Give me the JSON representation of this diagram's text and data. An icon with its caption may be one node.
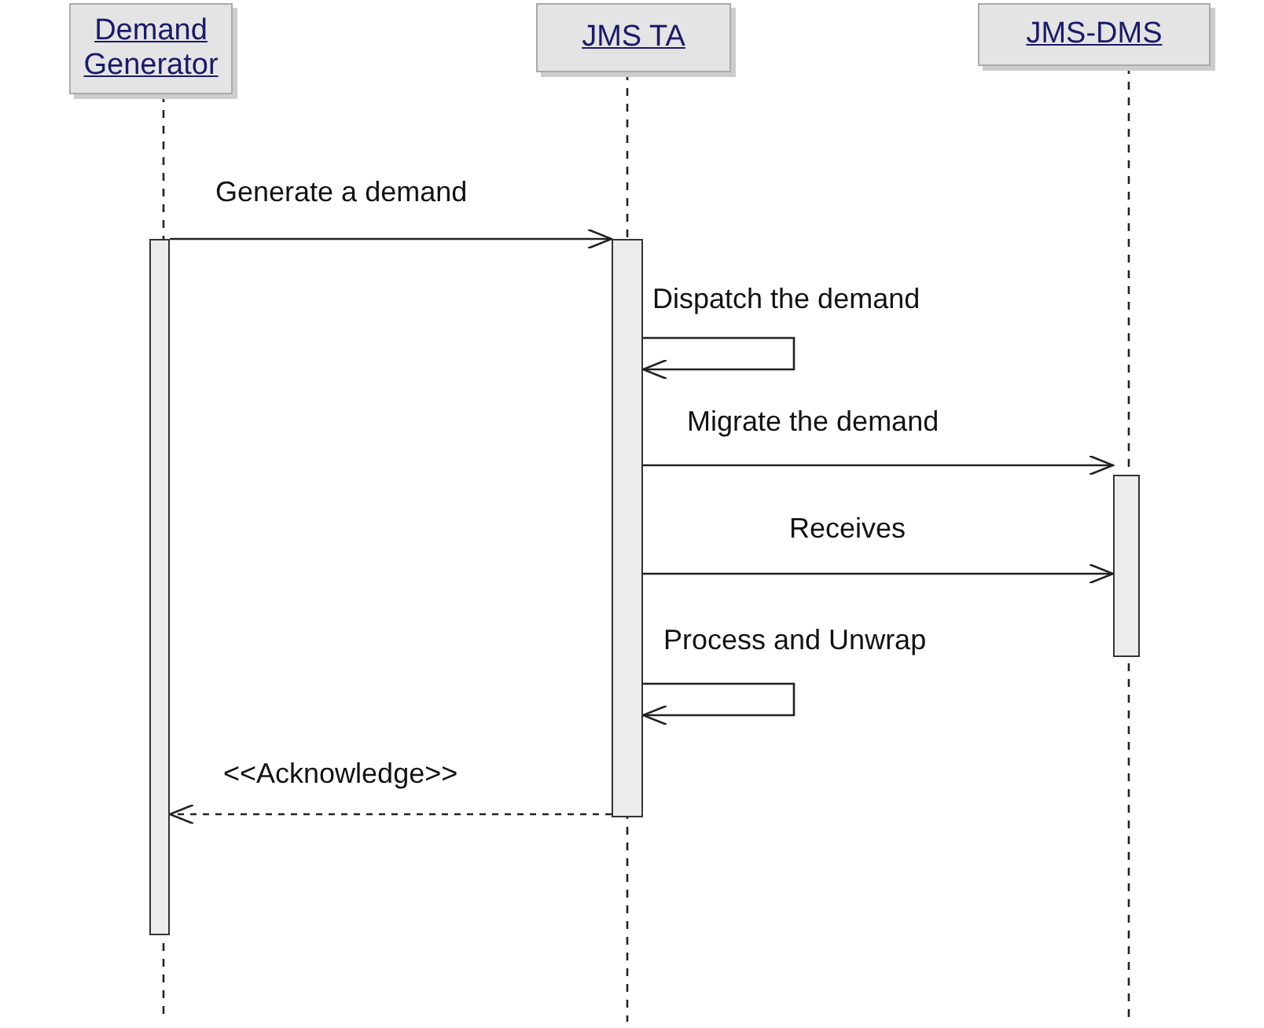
{
  "diagram": {
    "nodes": [
      {
        "text": [
          "Demand Generator"
        ]
      },
      {
        "text": [
          "JMS TA"
        ]
      },
      {
        "text": [
          "JMS-DMS"
        ]
      },
      {
        "text": [],
        "shape": "bar"
      },
      {
        "text": [],
        "shape": "bar"
      },
      {
        "text": [],
        "shape": "bar"
      }
    ],
    "edges": [
      {
        "from": 3,
        "to": 4,
        "arrow": "to",
        "label": "Generate a demand"
      },
      {
        "from": 4,
        "to": 4,
        "arrow": "to",
        "label": "Dispatch the demand"
      },
      {
        "from": 4,
        "to": 5,
        "arrow": "to",
        "label": "Migrate the demand"
      },
      {
        "from": 4,
        "to": 5,
        "arrow": "to",
        "label": "Receives"
      },
      {
        "from": 4,
        "to": 4,
        "arrow": "to",
        "label": "Process and Unwrap"
      },
      {
        "from": 4,
        "to": 3,
        "arrow": "to",
        "label": "<<Acknowledge>>",
        "style": "dashed"
      }
    ]
  }
}
